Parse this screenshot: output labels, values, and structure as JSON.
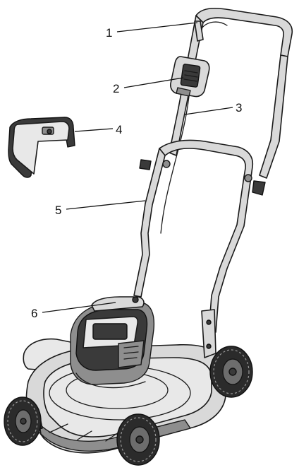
{
  "labels": [
    {
      "id": "1",
      "text": "1"
    },
    {
      "id": "2",
      "text": "2"
    },
    {
      "id": "3",
      "text": "3"
    },
    {
      "id": "4",
      "text": "4"
    },
    {
      "id": "5",
      "text": "5"
    },
    {
      "id": "6",
      "text": "6"
    }
  ],
  "colors": {
    "line": "#1a1a1a",
    "fill_light": "#d9d9d9",
    "fill_dark": "#3a3a3a",
    "background": "#ffffff"
  }
}
